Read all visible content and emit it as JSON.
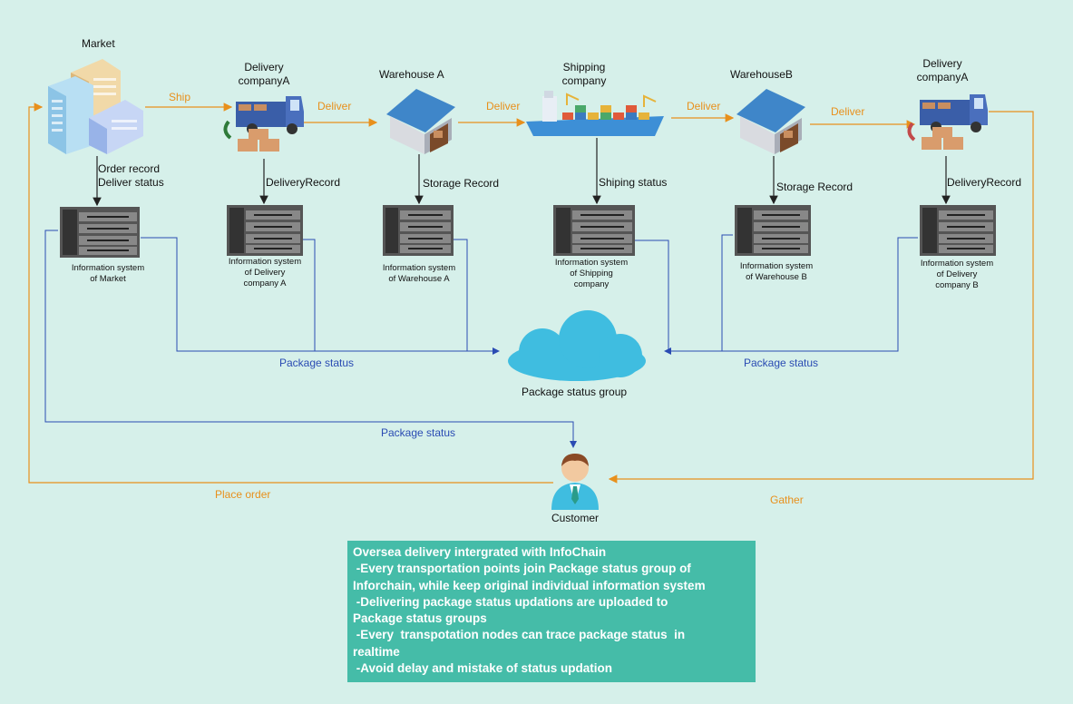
{
  "nodes": {
    "market": {
      "title": "Market",
      "record": [
        "Order record",
        "Deliver status"
      ],
      "info": [
        "Information system",
        "of Market"
      ]
    },
    "delivery_a": {
      "title": [
        "Delivery",
        "companyA"
      ],
      "record": "DeliveryRecord",
      "info": [
        "Information system",
        "of Delivery",
        "company A"
      ]
    },
    "warehouse_a": {
      "title": "Warehouse A",
      "record": "Storage Record",
      "info": [
        "Information system",
        "of Warehouse A"
      ]
    },
    "shipping": {
      "title": [
        "Shipping",
        "company"
      ],
      "record": "Shiping status",
      "info": [
        "Information system",
        "of Shipping",
        "company"
      ]
    },
    "warehouse_b": {
      "title": "WarehouseB",
      "record": "Storage Record",
      "info": [
        "Information system",
        "of Warehouse B"
      ]
    },
    "delivery_b": {
      "title": [
        "Delivery",
        "companyA"
      ],
      "record": "DeliveryRecord",
      "info": [
        "Information system",
        "of Delivery",
        "company B"
      ]
    }
  },
  "flow_labels": {
    "ship": "Ship",
    "deliver1": "Deliver",
    "deliver2": "Deliver",
    "deliver3": "Deliver",
    "deliver4": "Deliver",
    "place_order": "Place order",
    "gather": "Gather"
  },
  "status_labels": {
    "left": "Package status",
    "right": "Package status",
    "bottom": "Package status"
  },
  "cloud": {
    "label": "Package status group"
  },
  "customer": {
    "label": "Customer"
  },
  "summary": [
    "Oversea delivery intergrated with InfoChain",
    " -Every transportation points join Package status group of",
    "Inforchain, while keep original individual information system",
    " -Delivering package status updations are uploaded to",
    "Package status groups",
    " -Every  transpotation nodes can trace package status  in",
    "realtime",
    " -Avoid delay and mistake of status updation"
  ],
  "colors": {
    "background": "#d6f0ea",
    "flow": "#e8901c",
    "status": "#2a4bb3",
    "summary_box": "#45bca8",
    "cloud": "#3fbde0"
  }
}
